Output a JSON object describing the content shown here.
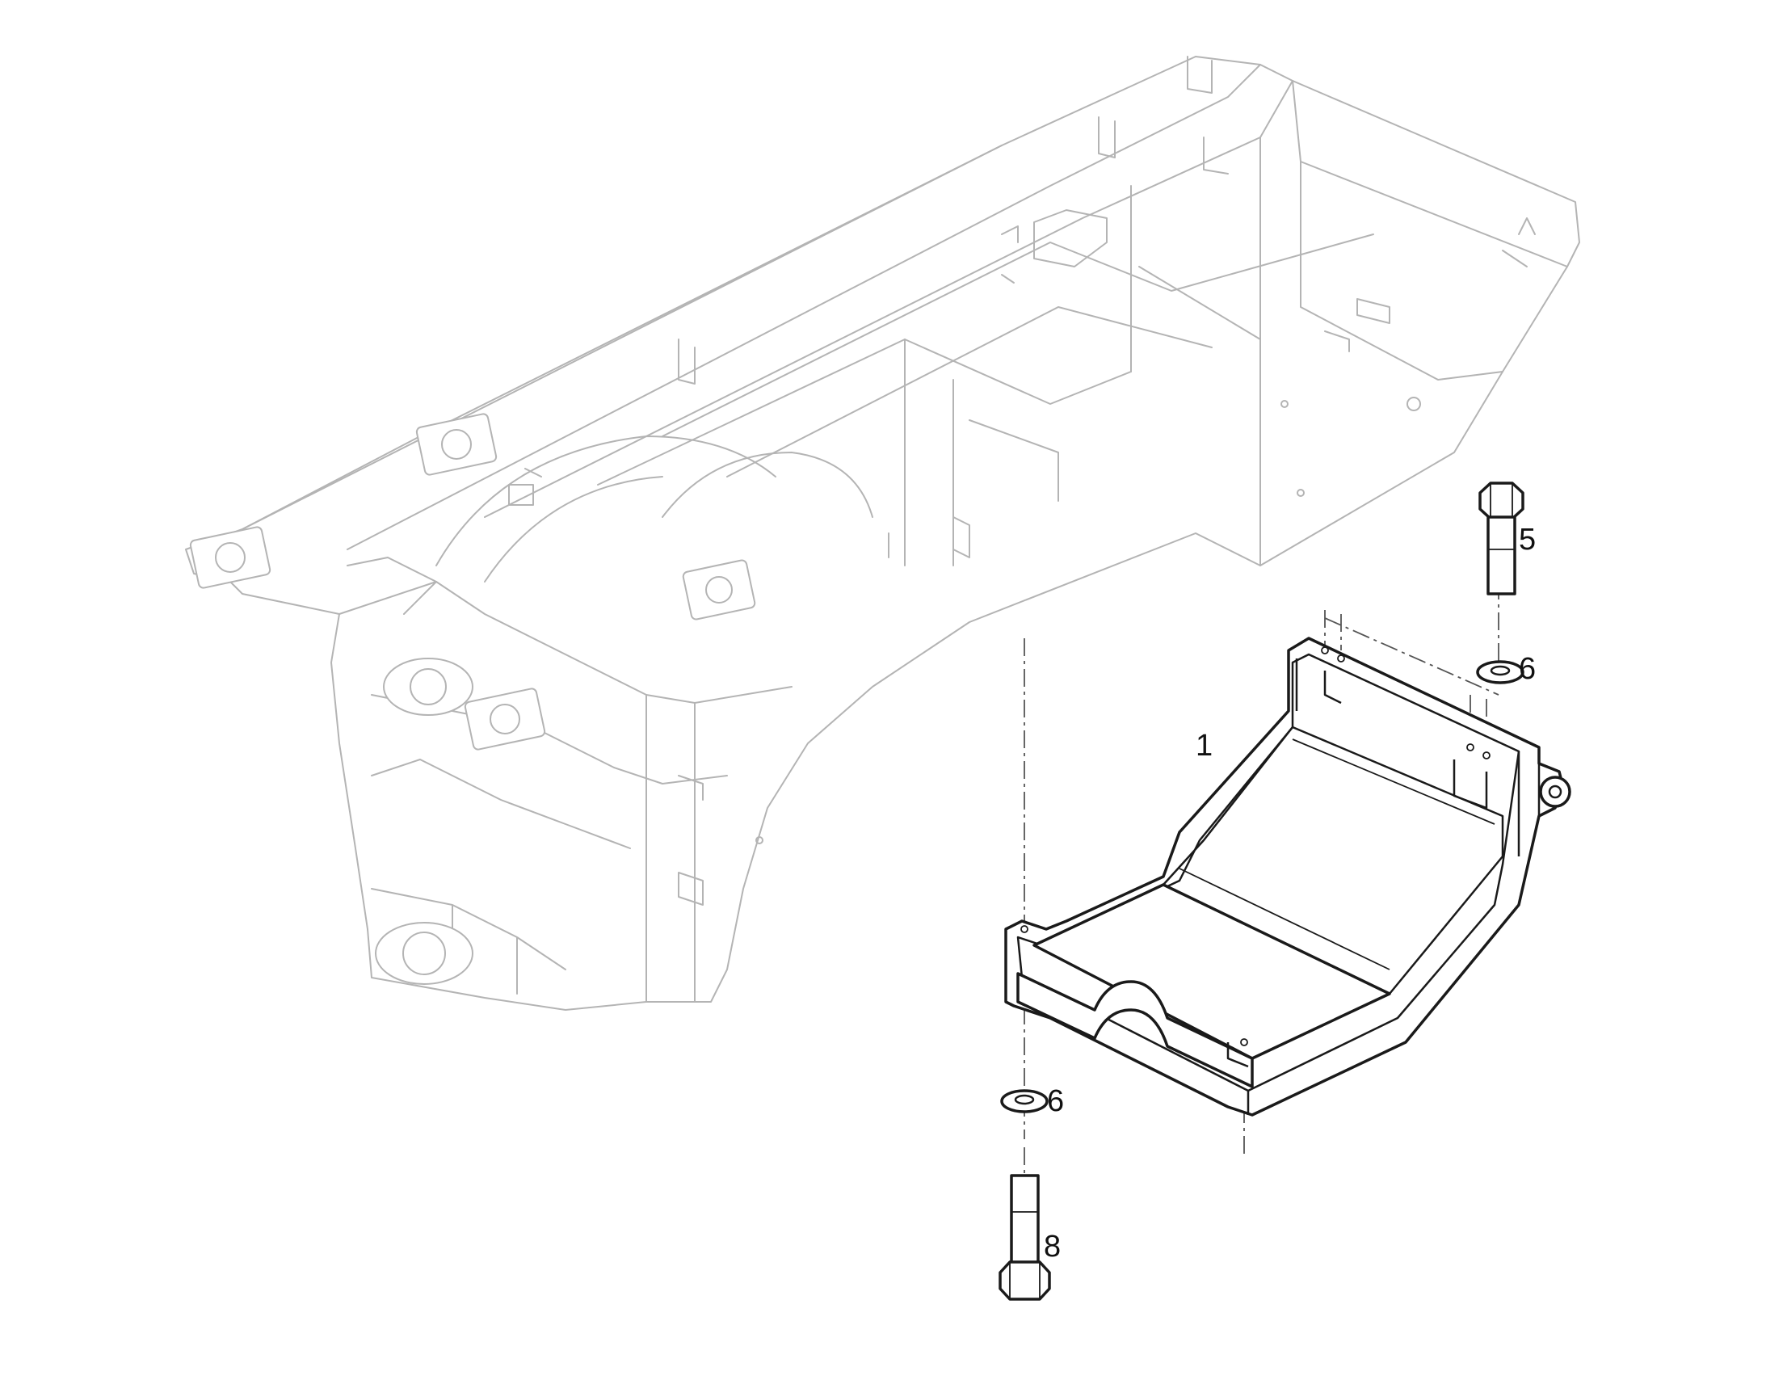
{
  "callouts": {
    "part_1": "1",
    "part_5": "5",
    "part_6_top": "6",
    "part_6_bottom": "6",
    "part_8": "8"
  },
  "colors": {
    "background": "#ffffff",
    "frame_line": "#b4b4b4",
    "part_line": "#1a1a1a"
  }
}
